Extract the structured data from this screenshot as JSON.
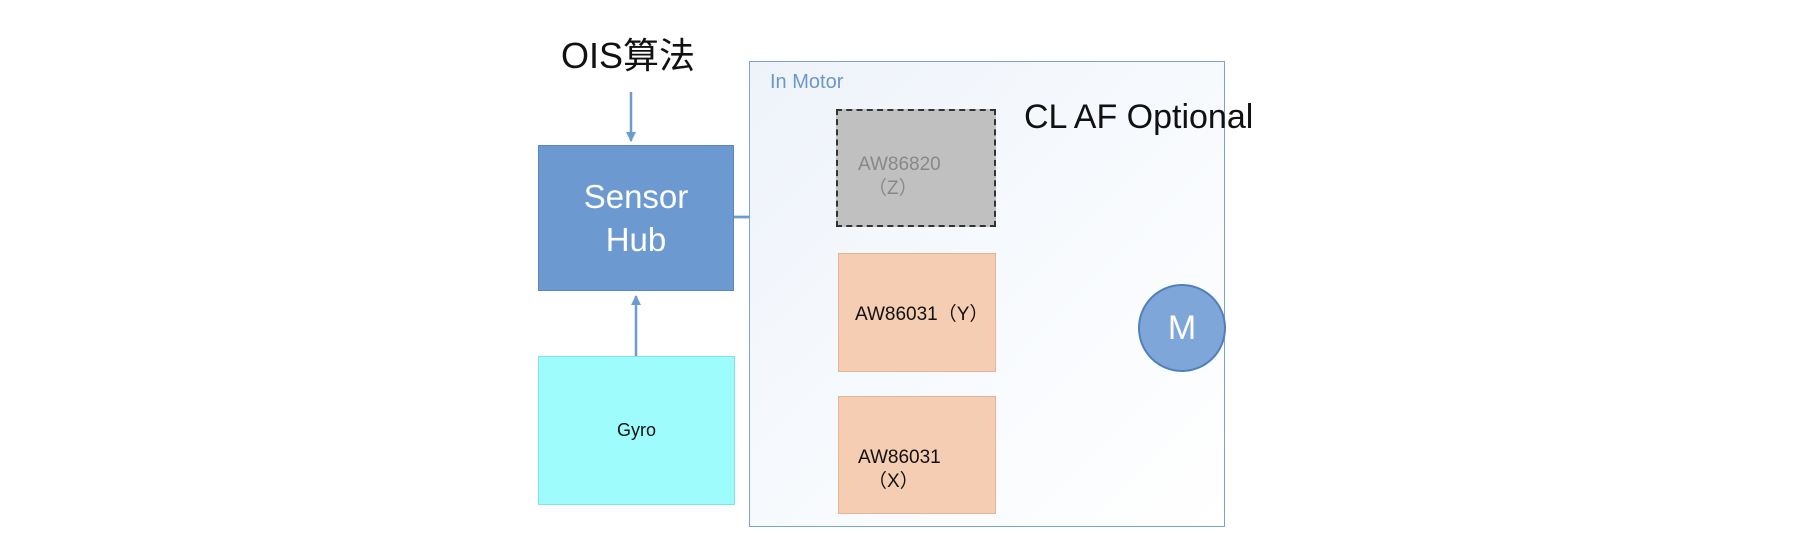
{
  "title": "OIS算法",
  "in_motor_label": "In Motor",
  "cl_af_label": "CL AF Optional",
  "sensor_hub": {
    "line1": "Sensor",
    "line2": "Hub"
  },
  "gyro": "Gyro",
  "chip_z": {
    "line1": "AW86820",
    "line2": "（Z）"
  },
  "chip_y": "AW86031（Y）",
  "chip_x": {
    "line1": "AW86031",
    "line2": "（X）"
  },
  "motor": "M",
  "colors": {
    "arrow_blue": "#6b9bd1",
    "arrow_orange": "#c86a2c",
    "arrow_green": "#5a8a3c",
    "sensor_hub": "#6c99d0",
    "gyro": "#9ffcfd",
    "chip_active": "#f4cdb2",
    "chip_optional": "#c0c0c0",
    "motor": "#7fa6d9"
  }
}
